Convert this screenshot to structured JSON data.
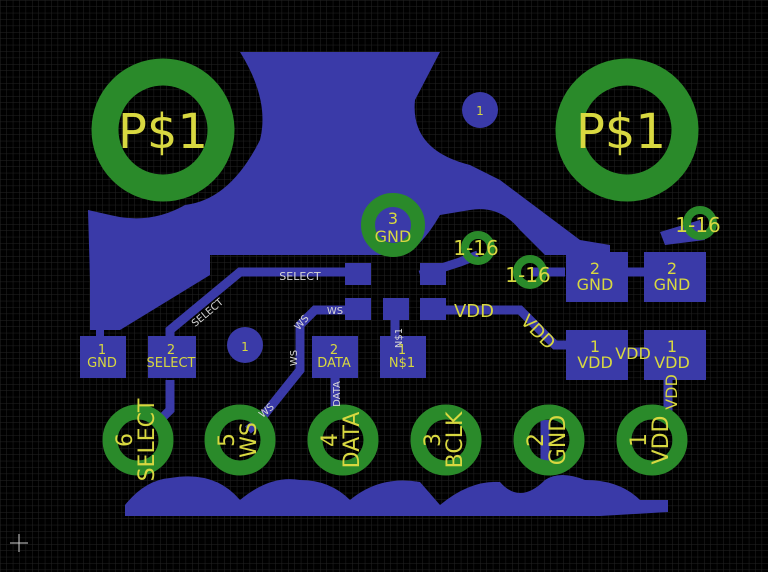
{
  "colors": {
    "background": "#000000",
    "grid": "#1e1e1e",
    "copper": "#3a3aaa",
    "pad": "#2a8a2a",
    "silk": "#d8d840",
    "trace_text": "#d8d8d8"
  },
  "mount_holes": [
    {
      "name": "mount-hole-left",
      "label": "P$1"
    },
    {
      "name": "mount-hole-right",
      "label": "P$1"
    }
  ],
  "vias": {
    "gnd_via": {
      "num": "3",
      "net": "GND"
    },
    "small_via_top": "1",
    "small_via_left": "1",
    "via_labels": [
      "1-16",
      "1-16",
      "1-16"
    ]
  },
  "smd_pads": [
    {
      "num": "1",
      "net": "GND"
    },
    {
      "num": "2",
      "net": "SELECT"
    },
    {
      "num": "2",
      "net": "DATA"
    },
    {
      "num": "1",
      "net": "N$1"
    },
    {
      "num": "2",
      "net": "GND"
    },
    {
      "num": "2",
      "net": "GND"
    },
    {
      "num": "1",
      "net": "VDD"
    },
    {
      "num": "1",
      "net": "VDD"
    }
  ],
  "header_pins": [
    {
      "num": "6",
      "net": "SELECT"
    },
    {
      "num": "5",
      "net": "WS"
    },
    {
      "num": "4",
      "net": "DATA"
    },
    {
      "num": "3",
      "net": "BCLK"
    },
    {
      "num": "2",
      "net": "GND"
    },
    {
      "num": "1",
      "net": "VDD"
    }
  ],
  "trace_labels": {
    "select_h": "SELECT",
    "select_diag": "SELECT",
    "ws_top": "WS",
    "ws_diag": "WS",
    "ws_vert": "WS",
    "ws_low": "WS",
    "data_vert": "DATA",
    "n1_vert": "N$1",
    "vdd_h": "VDD",
    "vdd_diag": "VDD",
    "vdd_mid": "VDD",
    "vdd_vert": "VDD"
  }
}
